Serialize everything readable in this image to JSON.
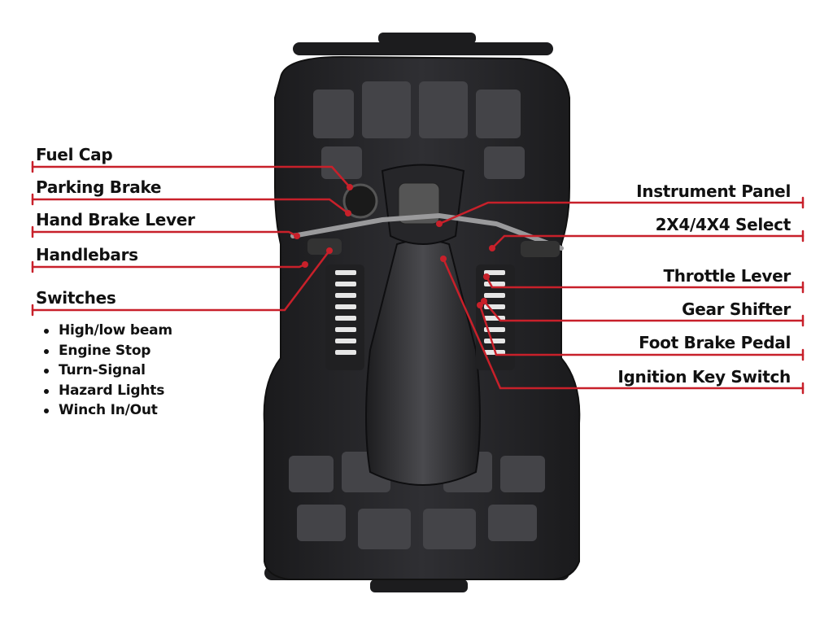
{
  "colors": {
    "leader": "#c8202a",
    "text": "#111111",
    "atv_body": "#2a2a2d"
  },
  "labels_left": {
    "fuel_cap": "Fuel Cap",
    "parking_brake": "Parking Brake",
    "hand_brake_lever": "Hand Brake Lever",
    "handlebars": "Handlebars",
    "switches": "Switches"
  },
  "switches": [
    "High/low beam",
    "Engine Stop",
    "Turn-Signal",
    "Hazard Lights",
    "Winch In/Out"
  ],
  "labels_right": {
    "instrument_panel": "Instrument Panel",
    "select_4x4": "2X4/4X4 Select",
    "throttle_lever": "Throttle Lever",
    "gear_shifter": "Gear Shifter",
    "foot_brake_pedal": "Foot Brake Pedal",
    "ignition_key_switch": "Ignition Key Switch"
  }
}
